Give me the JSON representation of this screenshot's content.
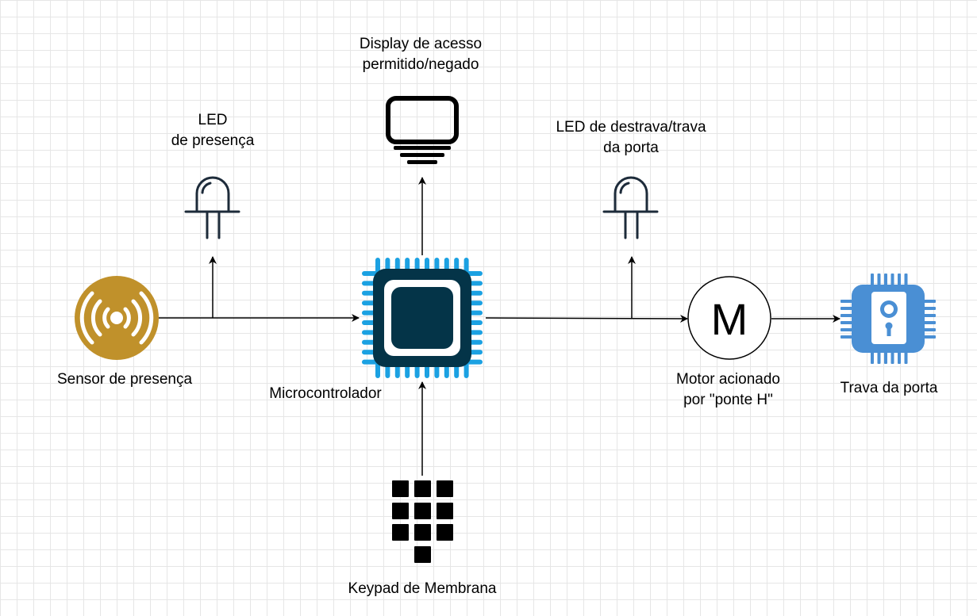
{
  "labels": {
    "display": [
      "Display de acesso",
      "permitido/negado"
    ],
    "led_presence": [
      "LED",
      "de presença"
    ],
    "led_lock": [
      "LED de destrava/trava",
      "da porta"
    ],
    "sensor": "Sensor de presença",
    "microcontroller": "Microcontrolador",
    "motor": [
      "Motor acionado",
      "por \"ponte H\""
    ],
    "door_lock": "Trava da porta",
    "keypad": "Keypad de Membrana"
  },
  "motor_letter": "M",
  "colors": {
    "sensor": "#c0912b",
    "chip_body": "#043448",
    "chip_pins": "#1ba1e2",
    "lock_chip": "#4a8fd4",
    "line": "#000000"
  },
  "icons": [
    "presence-sensor-icon",
    "led-icon",
    "display-icon",
    "microcontroller-icon",
    "motor-icon",
    "door-lock-chip-icon",
    "keypad-icon"
  ]
}
